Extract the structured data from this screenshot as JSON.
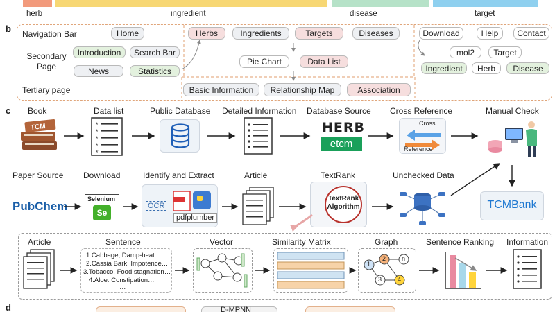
{
  "panel_a": {
    "labels": [
      "herb",
      "ingredient",
      "disease",
      "target"
    ],
    "bar_colors": [
      "#f29a7c",
      "#f7d774",
      "#b6e2c8",
      "#8fd0ef"
    ]
  },
  "panel_b": {
    "letter": "b",
    "row_navigation": "Navigation Bar",
    "row_secondary": "Secondary Page",
    "row_tertiary": "Tertiary page",
    "nav": [
      "Home",
      "Herbs",
      "Ingredients",
      "Targets",
      "Diseases",
      "Download",
      "Help",
      "Contact"
    ],
    "left_secondary": [
      "Introduction",
      "Search Bar",
      "News",
      "Statistics"
    ],
    "middle_secondary": [
      "Pie Chart",
      "Data List"
    ],
    "tertiary": [
      "Basic Information",
      "Relationship Map",
      "Association"
    ],
    "download_items": [
      "mol2",
      "Target",
      "Ingredient",
      "Herb",
      "Disease"
    ]
  },
  "panel_c": {
    "letter": "c",
    "row1_labels": [
      "Book",
      "Data list",
      "Public Database",
      "Detailed Information",
      "Database Source",
      "Cross Reference",
      "Manual Check"
    ],
    "row2_labels": [
      "Paper Source",
      "Download",
      "Identify and Extract",
      "Article",
      "TextRank",
      "Unchecked Data"
    ],
    "tcm_book": "TCM",
    "herb_logo": "HERB",
    "etcm_logo": "etcm",
    "cross_label": "Cross",
    "reference_label": "Reference",
    "pubchem": "PubChem",
    "selenium": "Selenium",
    "selenium_se": "Se",
    "ocr": "OCR",
    "pdfplumber": "pdfplumber",
    "textrank_algo": "TextRank Algorithm",
    "tcmbank": "TCMBank",
    "row3_labels": [
      "Article",
      "Sentence",
      "Vector",
      "Similarity Matrix",
      "Graph",
      "Sentence Ranking",
      "Information"
    ],
    "sentences": [
      "1.Cabbage, Damp-heat…",
      "2.Cassia Bark, Impotence…",
      "3.Tobacco, Food stagnation…",
      "4.Aloe: Constipation…",
      "…"
    ],
    "graph_nodes": [
      "1",
      "2",
      "n",
      "3",
      "4"
    ]
  },
  "panel_d": {
    "letter": "d",
    "partial_text": "D-MPNN"
  }
}
